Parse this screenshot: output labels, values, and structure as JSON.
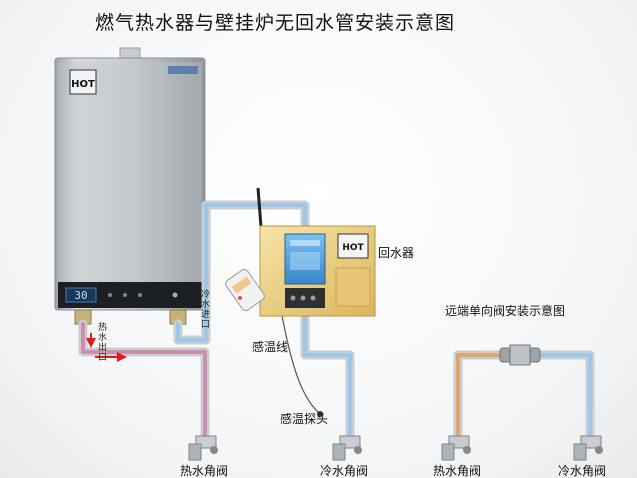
{
  "title": "燃气热水器与壁挂炉无回水管安装示意图",
  "heater": {
    "brand": "HOT",
    "display_value": "30"
  },
  "circulator": {
    "brand": "HOT",
    "label": "回水器"
  },
  "labels": {
    "hot_outlet": "热水出口",
    "cold_inlet": "冷水进口",
    "sensor_wire": "感温线",
    "sensor_probe": "感温探头",
    "hot_valve_left": "热水角阀",
    "cold_valve_left": "冷水角阀",
    "hot_valve_right": "热水角阀",
    "cold_valve_right": "冷水角阀",
    "remote_diagram_title": "远端单向阀安装示意图"
  },
  "colors": {
    "hot_pipe": "#cf8db0",
    "cold_pipe": "#9cc6ea",
    "remote_hot_pipe": "#e3a66a",
    "pipe_outline": "#c9ced3",
    "arrow": "#e11b1b",
    "heater_body": "#b7bcc1",
    "circulator_body": "#f1d58b",
    "display_blue": "#5aa9e6"
  }
}
